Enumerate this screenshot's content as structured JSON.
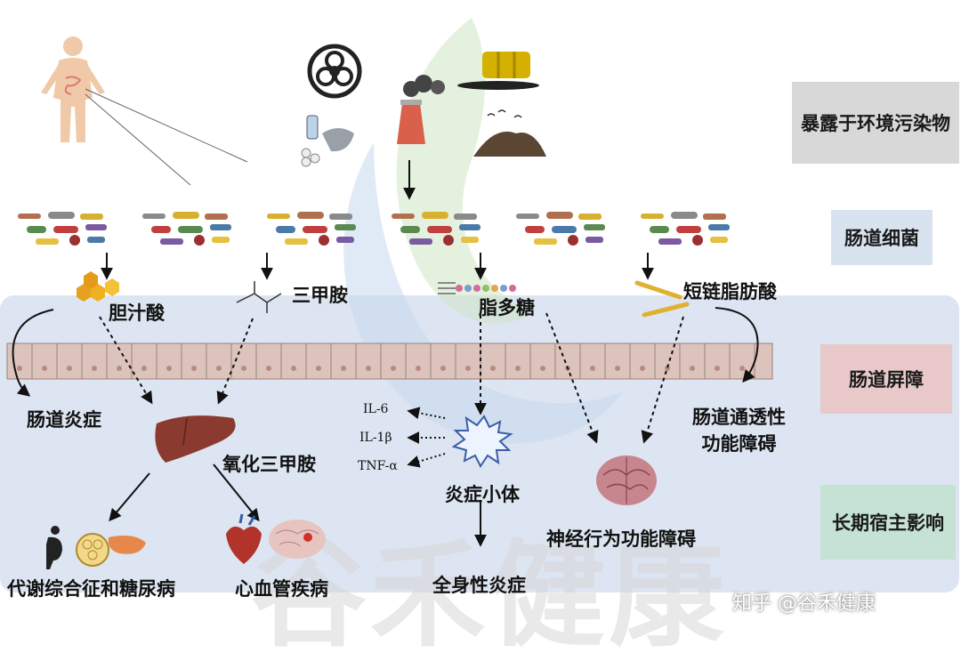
{
  "stages": {
    "environment": "暴露于环境污染物",
    "bacteria": "肠道细菌",
    "barrier": "肠道屏障",
    "host": "长期宿主影响"
  },
  "metabolites": {
    "bile_acid": "胆汁酸",
    "tma": "三甲胺",
    "lps": "脂多糖",
    "scfa": "短链脂肪酸"
  },
  "effects": {
    "gut_inflammation": "肠道炎症",
    "tmao": "氧化三甲胺",
    "inflammasome": "炎症小体",
    "permeability": "肠道通透性\n功能障碍",
    "metabolic": "代谢综合征和糖尿病",
    "cardiovascular": "心血管疾病",
    "systemic": "全身性炎症",
    "neuro": "神经行为功能障碍"
  },
  "cytokines": [
    "IL-6",
    "IL-1β",
    "TNF-α"
  ],
  "watermark": "谷禾健康",
  "credit": "知乎 @谷禾健康",
  "colors": {
    "panel": "#d6e0ee",
    "env_box": "#d8d8d8",
    "bact_box": "#d9e3f0",
    "barrier_box": "#e8c8c8",
    "host_box": "#c6e2d4",
    "cell": "#dcc4bc",
    "liver": "#8a3a2e",
    "brain": "#c7868e"
  }
}
